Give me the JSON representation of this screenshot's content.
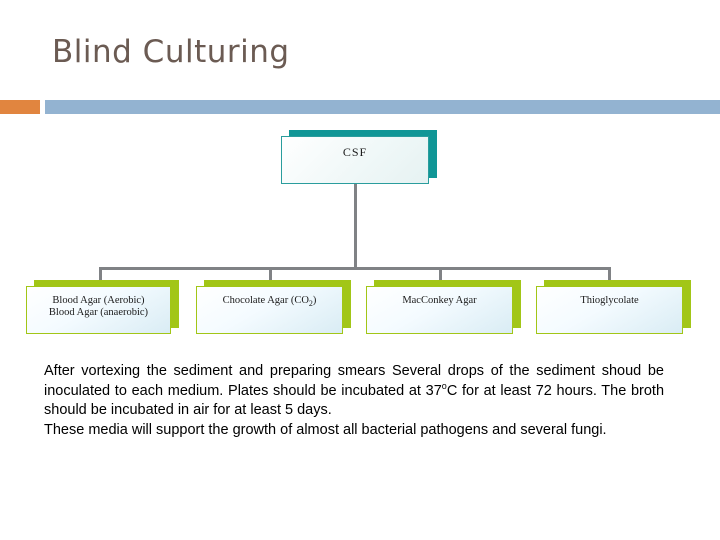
{
  "slide": {
    "title": "Blind Culturing",
    "accent_orange": "#e1853f",
    "accent_blue": "#93b3d1",
    "title_color": "#6b5b53"
  },
  "diagram": {
    "type": "org-chart",
    "root": {
      "label": "CSF",
      "fill": "#eef7f7",
      "border": "#2a9d9d",
      "shadow": "#109696"
    },
    "children": [
      {
        "label_line1": "Blood Agar (Aerobic)",
        "label_line2": "Blood Agar (anaerobic)",
        "fill": "#e7f2f8",
        "border": "#a2c617",
        "shadow": "#a2c617"
      },
      {
        "label_line1": "Chocolate Agar (CO2)",
        "label_line2": "",
        "fill": "#e7f2f8",
        "border": "#a2c617",
        "shadow": "#a2c617"
      },
      {
        "label_line1": "MacConkey Agar",
        "label_line2": "",
        "fill": "#e7f2f8",
        "border": "#a2c617",
        "shadow": "#a2c617"
      },
      {
        "label_line1": "Thioglycolate",
        "label_line2": "",
        "fill": "#e7f2f8",
        "border": "#a2c617",
        "shadow": "#a2c617"
      }
    ],
    "connector_color": "#808285"
  },
  "body": {
    "paragraph1_part1": "After vortexing the sediment and preparing smears Several drops of the sediment shoud be inoculated to each medium. Plates should be incubated at 37",
    "paragraph1_degree": "o",
    "paragraph1_part2": "C for at least 72 hours. The broth should be incubated in air for at least 5 days.",
    "paragraph2": "These media will support the growth of almost all bacterial pathogens and several fungi."
  }
}
